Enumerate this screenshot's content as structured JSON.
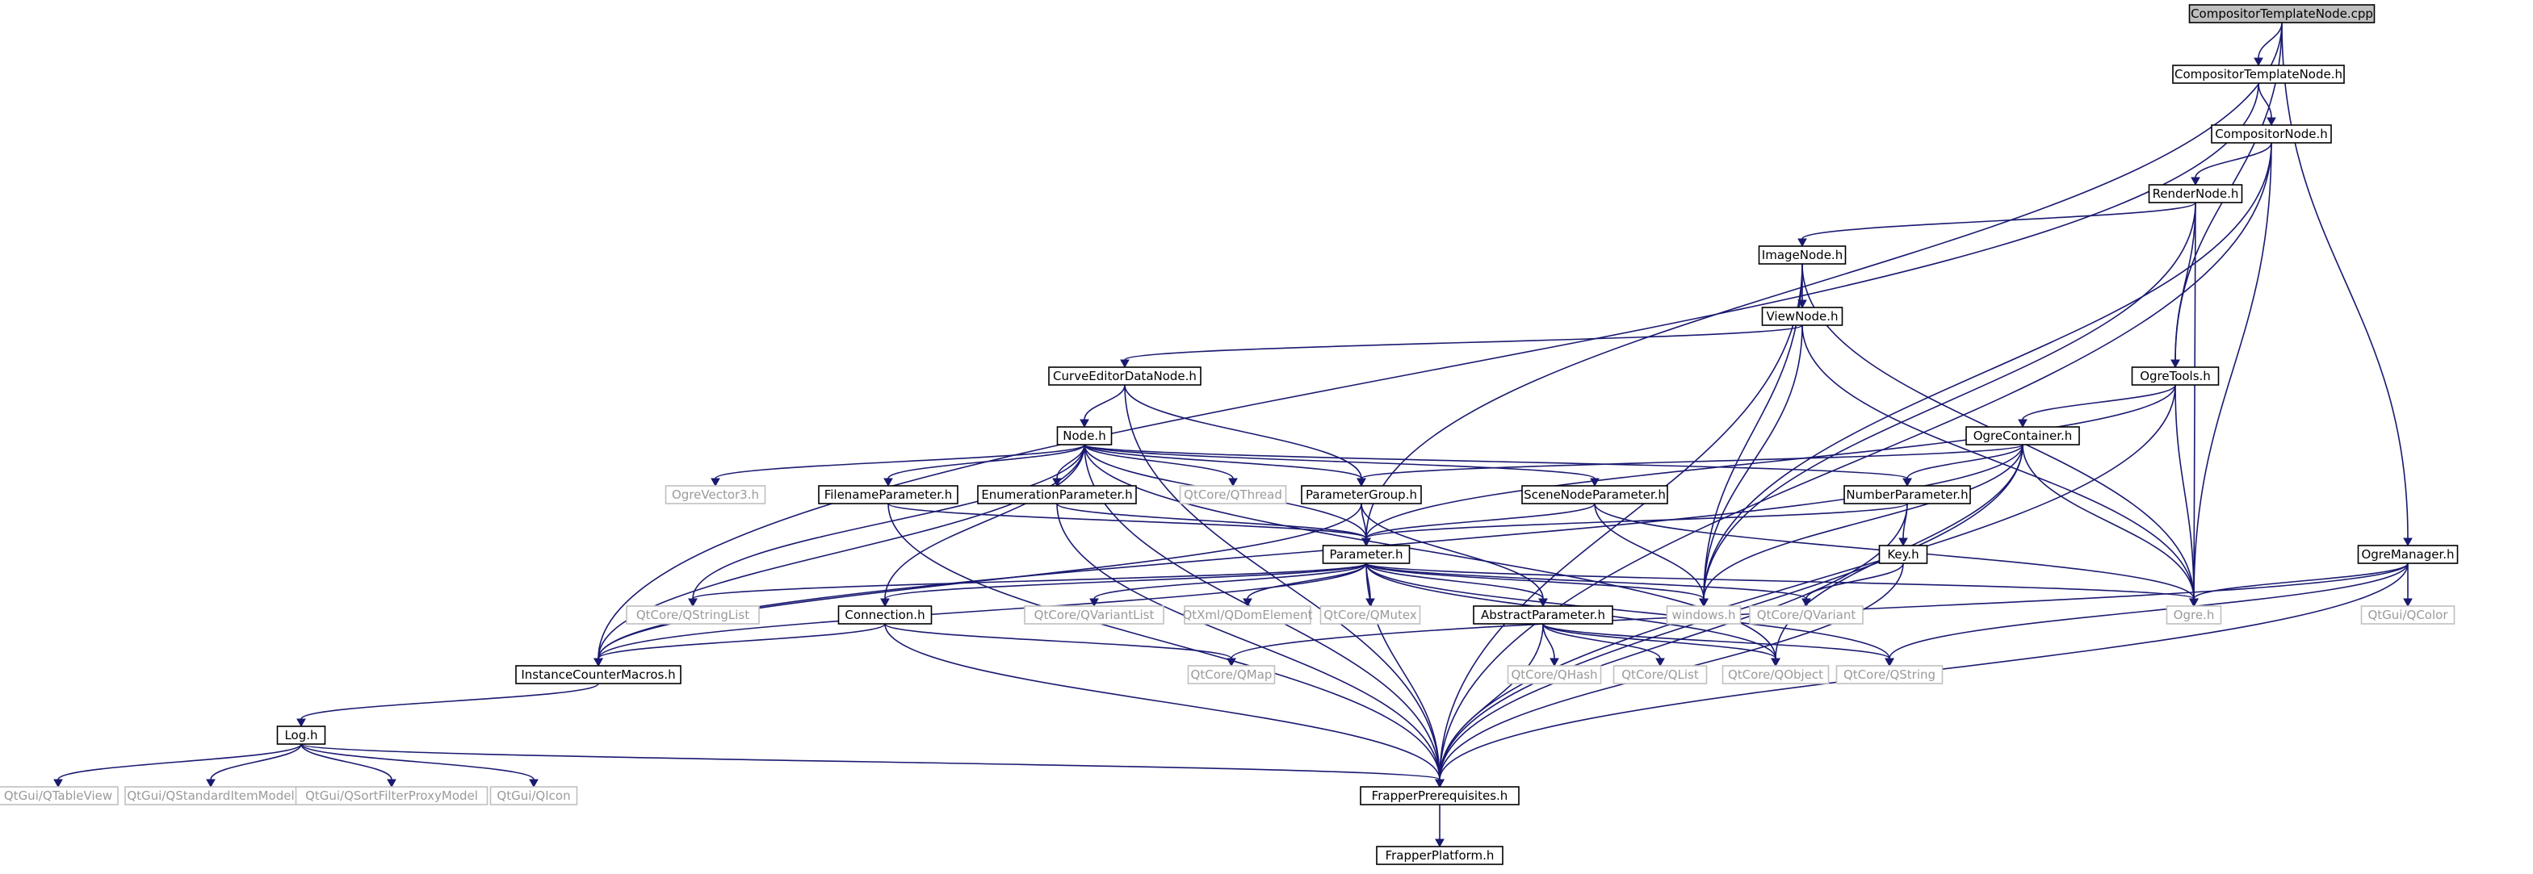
{
  "diagram": {
    "kind": "include-dependency-graph",
    "colors": {
      "edge": "#191970",
      "node_border": "#000000",
      "external_border": "#c0c0c0",
      "external_text": "#9a9a9a",
      "root_fill": "#bfbfbf"
    },
    "nodes": [
      {
        "id": "ctn_cpp",
        "label": "CompositorTemplateNode.cpp",
        "style": "root"
      },
      {
        "id": "ctn_h",
        "label": "CompositorTemplateNode.h",
        "style": "normal"
      },
      {
        "id": "cn_h",
        "label": "CompositorNode.h",
        "style": "normal"
      },
      {
        "id": "rn_h",
        "label": "RenderNode.h",
        "style": "normal"
      },
      {
        "id": "in_h",
        "label": "ImageNode.h",
        "style": "normal"
      },
      {
        "id": "vn_h",
        "label": "ViewNode.h",
        "style": "normal"
      },
      {
        "id": "ced_h",
        "label": "CurveEditorDataNode.h",
        "style": "normal"
      },
      {
        "id": "node_h",
        "label": "Node.h",
        "style": "normal"
      },
      {
        "id": "ot_h",
        "label": "OgreTools.h",
        "style": "normal"
      },
      {
        "id": "oc_h",
        "label": "OgreContainer.h",
        "style": "normal"
      },
      {
        "id": "ov3",
        "label": "OgreVector3.h",
        "style": "external"
      },
      {
        "id": "fp_h",
        "label": "FilenameParameter.h",
        "style": "normal"
      },
      {
        "id": "ep_h",
        "label": "EnumerationParameter.h",
        "style": "normal"
      },
      {
        "id": "qthread",
        "label": "QtCore/QThread",
        "style": "external"
      },
      {
        "id": "pg_h",
        "label": "ParameterGroup.h",
        "style": "normal"
      },
      {
        "id": "snp_h",
        "label": "SceneNodeParameter.h",
        "style": "normal"
      },
      {
        "id": "np_h",
        "label": "NumberParameter.h",
        "style": "normal"
      },
      {
        "id": "param_h",
        "label": "Parameter.h",
        "style": "normal"
      },
      {
        "id": "key_h",
        "label": "Key.h",
        "style": "normal"
      },
      {
        "id": "om_h",
        "label": "OgreManager.h",
        "style": "normal"
      },
      {
        "id": "qsl",
        "label": "QtCore/QStringList",
        "style": "external"
      },
      {
        "id": "conn_h",
        "label": "Connection.h",
        "style": "normal"
      },
      {
        "id": "qvl",
        "label": "QtCore/QVariantList",
        "style": "external"
      },
      {
        "id": "qdom",
        "label": "QtXml/QDomElement",
        "style": "external"
      },
      {
        "id": "qmutex",
        "label": "QtCore/QMutex",
        "style": "external"
      },
      {
        "id": "ap_h",
        "label": "AbstractParameter.h",
        "style": "normal"
      },
      {
        "id": "win_h",
        "label": "windows.h",
        "style": "external"
      },
      {
        "id": "qvar",
        "label": "QtCore/QVariant",
        "style": "external"
      },
      {
        "id": "ogre_h",
        "label": "Ogre.h",
        "style": "external"
      },
      {
        "id": "qcolor",
        "label": "QtGui/QColor",
        "style": "external"
      },
      {
        "id": "icm_h",
        "label": "InstanceCounterMacros.h",
        "style": "normal"
      },
      {
        "id": "qmap",
        "label": "QtCore/QMap",
        "style": "external"
      },
      {
        "id": "qhash",
        "label": "QtCore/QHash",
        "style": "external"
      },
      {
        "id": "qlist",
        "label": "QtCore/QList",
        "style": "external"
      },
      {
        "id": "qobject",
        "label": "QtCore/QObject",
        "style": "external"
      },
      {
        "id": "qstring",
        "label": "QtCore/QString",
        "style": "external"
      },
      {
        "id": "log_h",
        "label": "Log.h",
        "style": "normal"
      },
      {
        "id": "qtv",
        "label": "QtGui/QTableView",
        "style": "external"
      },
      {
        "id": "qsim",
        "label": "QtGui/QStandardItemModel",
        "style": "external"
      },
      {
        "id": "qsfpm",
        "label": "QtGui/QSortFilterProxyModel",
        "style": "external"
      },
      {
        "id": "qicon",
        "label": "QtGui/QIcon",
        "style": "external"
      },
      {
        "id": "fpre_h",
        "label": "FrapperPrerequisites.h",
        "style": "normal"
      },
      {
        "id": "fplat_h",
        "label": "FrapperPlatform.h",
        "style": "normal"
      }
    ],
    "edges": [
      [
        "ctn_cpp",
        "ctn_h"
      ],
      [
        "ctn_cpp",
        "param_h"
      ],
      [
        "ctn_cpp",
        "ot_h"
      ],
      [
        "ctn_cpp",
        "om_h"
      ],
      [
        "ctn_h",
        "cn_h"
      ],
      [
        "ctn_h",
        "icm_h"
      ],
      [
        "cn_h",
        "rn_h"
      ],
      [
        "cn_h",
        "win_h"
      ],
      [
        "cn_h",
        "ogre_h"
      ],
      [
        "cn_h",
        "fpre_h"
      ],
      [
        "rn_h",
        "in_h"
      ],
      [
        "rn_h",
        "ot_h"
      ],
      [
        "rn_h",
        "win_h"
      ],
      [
        "rn_h",
        "ogre_h"
      ],
      [
        "in_h",
        "vn_h"
      ],
      [
        "in_h",
        "win_h"
      ],
      [
        "in_h",
        "ogre_h"
      ],
      [
        "in_h",
        "fpre_h"
      ],
      [
        "vn_h",
        "ced_h"
      ],
      [
        "vn_h",
        "win_h"
      ],
      [
        "vn_h",
        "ogre_h"
      ],
      [
        "ced_h",
        "node_h"
      ],
      [
        "ced_h",
        "pg_h"
      ],
      [
        "ced_h",
        "fpre_h"
      ],
      [
        "node_h",
        "ov3"
      ],
      [
        "node_h",
        "fp_h"
      ],
      [
        "node_h",
        "ep_h"
      ],
      [
        "node_h",
        "qthread"
      ],
      [
        "node_h",
        "pg_h"
      ],
      [
        "node_h",
        "snp_h"
      ],
      [
        "node_h",
        "np_h"
      ],
      [
        "node_h",
        "param_h"
      ],
      [
        "node_h",
        "qsl"
      ],
      [
        "node_h",
        "conn_h"
      ],
      [
        "node_h",
        "icm_h"
      ],
      [
        "node_h",
        "fpre_h"
      ],
      [
        "node_h",
        "qobject"
      ],
      [
        "ot_h",
        "oc_h"
      ],
      [
        "ot_h",
        "param_h"
      ],
      [
        "ot_h",
        "ogre_h"
      ],
      [
        "ot_h",
        "fpre_h"
      ],
      [
        "oc_h",
        "pg_h"
      ],
      [
        "oc_h",
        "np_h"
      ],
      [
        "oc_h",
        "icm_h"
      ],
      [
        "oc_h",
        "win_h"
      ],
      [
        "oc_h",
        "ogre_h"
      ],
      [
        "oc_h",
        "qobject"
      ],
      [
        "oc_h",
        "fpre_h"
      ],
      [
        "fp_h",
        "param_h"
      ],
      [
        "fp_h",
        "fpre_h"
      ],
      [
        "ep_h",
        "param_h"
      ],
      [
        "ep_h",
        "fpre_h"
      ],
      [
        "pg_h",
        "param_h"
      ],
      [
        "pg_h",
        "ap_h"
      ],
      [
        "pg_h",
        "icm_h"
      ],
      [
        "snp_h",
        "param_h"
      ],
      [
        "snp_h",
        "win_h"
      ],
      [
        "snp_h",
        "ogre_h"
      ],
      [
        "np_h",
        "param_h"
      ],
      [
        "np_h",
        "key_h"
      ],
      [
        "np_h",
        "fpre_h"
      ],
      [
        "key_h",
        "qvar"
      ],
      [
        "key_h",
        "fpre_h"
      ],
      [
        "param_h",
        "qsl"
      ],
      [
        "param_h",
        "conn_h"
      ],
      [
        "param_h",
        "qvl"
      ],
      [
        "param_h",
        "qdom"
      ],
      [
        "param_h",
        "qmutex"
      ],
      [
        "param_h",
        "ap_h"
      ],
      [
        "param_h",
        "win_h"
      ],
      [
        "param_h",
        "qvar"
      ],
      [
        "param_h",
        "ogre_h"
      ],
      [
        "param_h",
        "qobject"
      ],
      [
        "param_h",
        "qstring"
      ],
      [
        "param_h",
        "icm_h"
      ],
      [
        "param_h",
        "fpre_h"
      ],
      [
        "om_h",
        "ogre_h"
      ],
      [
        "om_h",
        "qcolor"
      ],
      [
        "om_h",
        "qmap"
      ],
      [
        "om_h",
        "qstring"
      ],
      [
        "om_h",
        "fpre_h"
      ],
      [
        "conn_h",
        "qmap"
      ],
      [
        "conn_h",
        "icm_h"
      ],
      [
        "conn_h",
        "fpre_h"
      ],
      [
        "ap_h",
        "qhash"
      ],
      [
        "ap_h",
        "qlist"
      ],
      [
        "ap_h",
        "qobject"
      ],
      [
        "ap_h",
        "qstring"
      ],
      [
        "ap_h",
        "fpre_h"
      ],
      [
        "icm_h",
        "log_h"
      ],
      [
        "log_h",
        "qtv"
      ],
      [
        "log_h",
        "qsim"
      ],
      [
        "log_h",
        "qsfpm"
      ],
      [
        "log_h",
        "qicon"
      ],
      [
        "log_h",
        "fpre_h"
      ],
      [
        "fpre_h",
        "fplat_h"
      ]
    ]
  }
}
